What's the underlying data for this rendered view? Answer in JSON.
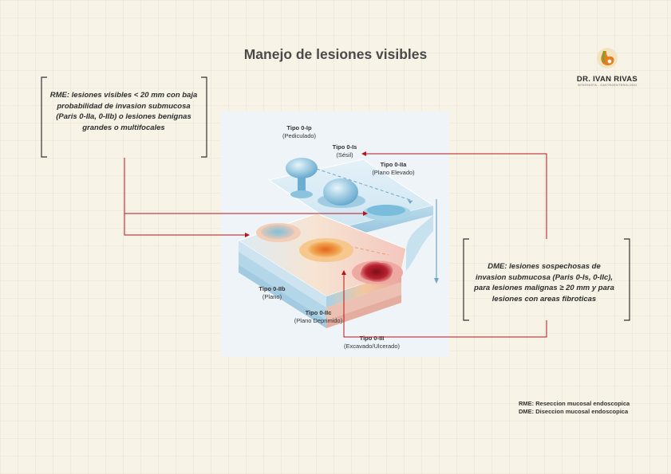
{
  "title": "Manejo de lesiones visibles",
  "brand": {
    "name": "DR. IVAN RIVAS",
    "subtitle": "INTERNISTA - GASTROENTEROLOGO"
  },
  "rme_box": "RME: lesiones visibles < 20 mm con baja probabilidad de invasion submucosa (Paris 0-IIa, 0-IIb) o lesiones benignas grandes o multifocales",
  "dme_box": "DME: lesiones sospechosas de invasion submucosa (Paris 0-Is, 0-IIc), para lesiones malignas ≥ 20 mm y para lesiones con areas fibroticas",
  "lesions": [
    {
      "type": "Tipo 0-Ip",
      "desc": "(Pediculado)"
    },
    {
      "type": "Tipo 0-Is",
      "desc": "(Sésil)"
    },
    {
      "type": "Tipo 0-IIa",
      "desc": "(Plano Elevado)"
    },
    {
      "type": "Tipo 0-IIb",
      "desc": "(Plano)"
    },
    {
      "type": "Tipo 0-IIc",
      "desc": "(Plano Deprimido)"
    },
    {
      "type": "Tipo 0-III",
      "desc": "(Excavado/Ulcerado)"
    }
  ],
  "legend": {
    "rme": "RME: Reseccion mucosal endoscopica",
    "dme": "DME: Diseccion mucosal endoscopica"
  },
  "colors": {
    "accent_line": "#b3171c",
    "bracket": "#333333",
    "background": "#f7f3e6"
  }
}
